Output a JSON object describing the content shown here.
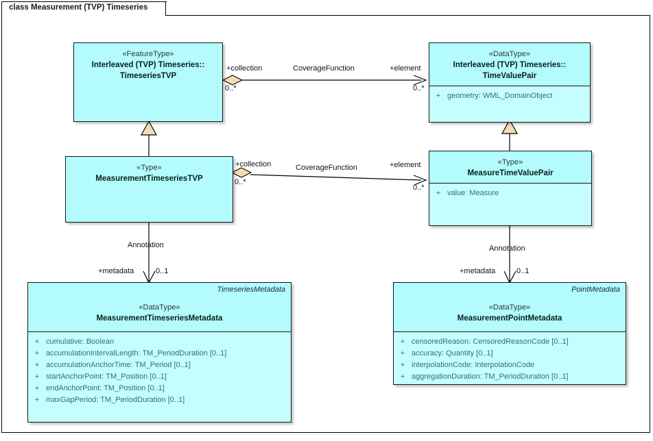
{
  "diagram": {
    "title": "class Measurement (TVP) Timeseries",
    "colors": {
      "class_fill": "#b3fbfd",
      "attr_fill": "#c6fdfe",
      "border": "#0b1a1a",
      "adornment_fill": "#f6dcb4",
      "attr_text": "#2f6f76"
    }
  },
  "classes": {
    "timeseries_tvp": {
      "stereotype": "«FeatureType»",
      "name_line1": "Interleaved (TVP) Timeseries::",
      "name_line2": "TimeseriesTVP",
      "package": "",
      "attributes": []
    },
    "time_value_pair": {
      "stereotype": "«DataType»",
      "name_line1": "Interleaved (TVP) Timeseries::",
      "name_line2": "TimeValuePair",
      "package": "",
      "attributes": [
        {
          "visibility": "+",
          "signature": "geometry: WML_DomainObject"
        }
      ]
    },
    "measurement_timeseries_tvp": {
      "stereotype": "«Type»",
      "name_line1": "MeasurementTimeseriesTVP",
      "name_line2": "",
      "package": "",
      "attributes": []
    },
    "measure_time_value_pair": {
      "stereotype": "«Type»",
      "name_line1": "MeasureTimeValuePair",
      "name_line2": "",
      "package": "",
      "attributes": [
        {
          "visibility": "+",
          "signature": "value: Measure"
        }
      ]
    },
    "measurement_timeseries_metadata": {
      "stereotype": "«DataType»",
      "name_line1": "MeasurementTimeseriesMetadata",
      "name_line2": "",
      "package": "TimeseriesMetadata",
      "attributes": [
        {
          "visibility": "+",
          "signature": "cumulative: Boolean"
        },
        {
          "visibility": "+",
          "signature": "accumulationIntervalLength: TM_PeriodDuration [0..1]"
        },
        {
          "visibility": "+",
          "signature": "accumulationAnchorTime: TM_Period [0..1]"
        },
        {
          "visibility": "+",
          "signature": "startAnchorPoint: TM_Position [0..1]"
        },
        {
          "visibility": "+",
          "signature": "endAnchorPoint: TM_Position [0..1]"
        },
        {
          "visibility": "+",
          "signature": "maxGapPeriod: TM_PeriodDuration [0..1]"
        }
      ]
    },
    "measurement_point_metadata": {
      "stereotype": "«DataType»",
      "name_line1": "MeasurementPointMetadata",
      "name_line2": "",
      "package": "PointMetadata",
      "attributes": [
        {
          "visibility": "+",
          "signature": "censoredReason: CensoredReasonCode [0..1]"
        },
        {
          "visibility": "+",
          "signature": "accuracy: Quantity [0..1]"
        },
        {
          "visibility": "+",
          "signature": "interpolationCode: InterpolationCode"
        },
        {
          "visibility": "+",
          "signature": "aggregationDuration: TM_PeriodDuration [0..1]"
        }
      ]
    }
  },
  "connectors": {
    "coverage_top": {
      "name": "CoverageFunction",
      "source_role": "+collection",
      "source_mult": "0..*",
      "target_role": "+element",
      "target_mult": "0..*"
    },
    "coverage_mid": {
      "name": "CoverageFunction",
      "source_role": "+collection",
      "source_mult": "0..*",
      "target_role": "+element",
      "target_mult": "0..*"
    },
    "annotation_left": {
      "name": "Annotation",
      "target_role": "+metadata",
      "target_mult": "0..1"
    },
    "annotation_right": {
      "name": "Annotation",
      "target_role": "+metadata",
      "target_mult": "0..1"
    }
  }
}
